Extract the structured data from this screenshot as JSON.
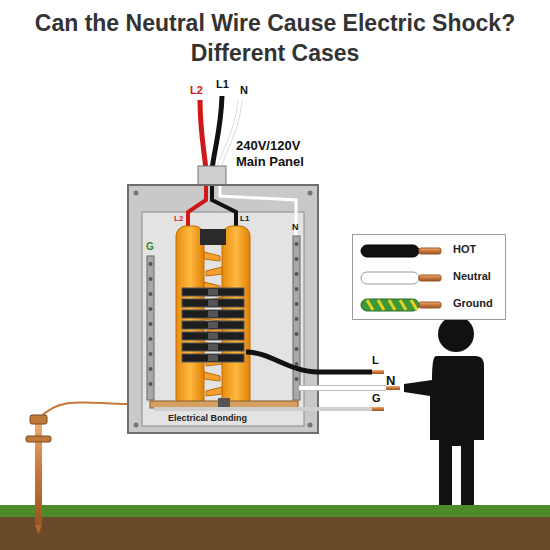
{
  "diagram": {
    "title": "Can the Neutral Wire Cause Electric Shock? Different Cases",
    "labels": [
      "L2",
      "L1",
      "N",
      "240V/120V Main Panel",
      "L2",
      "L1",
      "N",
      "G",
      "Electrical Bonding",
      "L",
      "N",
      "G"
    ],
    "legend": [
      {
        "text": "HOT"
      },
      {
        "text": "Neutral"
      },
      {
        "text": "Ground"
      }
    ]
  }
}
